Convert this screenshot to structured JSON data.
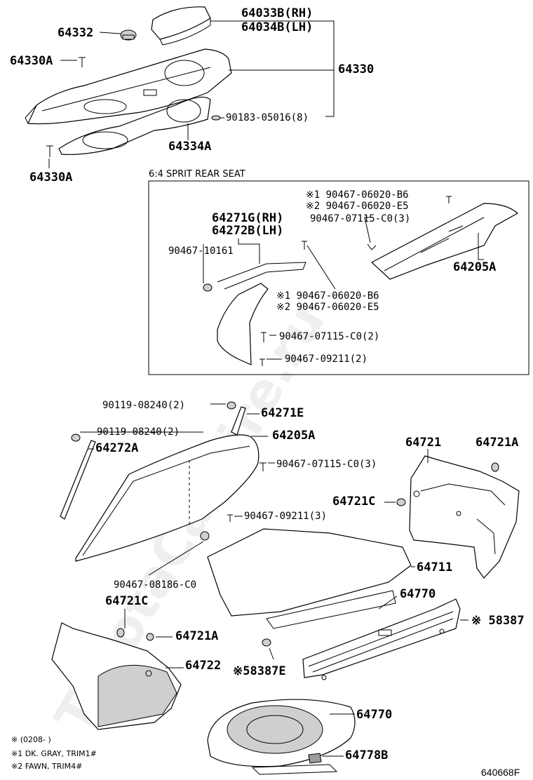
{
  "watermark": "ToyotaCarHire.ru",
  "inset_caption": "6:4 SPRIT REAR SEAT",
  "labels": {
    "l64033b": "64033B(RH)",
    "l64034b": "64034B(LH)",
    "l64332": "64332",
    "l64330a_top": "64330A",
    "l64330": "64330",
    "l90183": "90183-05016(8)",
    "l64334a": "64334A",
    "l64330a_bot": "64330A",
    "i_b6_top": "※1 90467-06020-B6",
    "i_e5_top": "※2 90467-06020-E5",
    "i_07115_top": "90467-07115-C0(3)",
    "i_64271g": "64271G(RH)",
    "i_64272b": "64272B(LH)",
    "i_10161": "90467-10161",
    "i_64205a": "64205A",
    "i_b6_mid": "※1 90467-06020-B6",
    "i_e5_mid": "※2 90467-06020-E5",
    "i_07115_2": "90467-07115-C0(2)",
    "i_09211_2": "90467-09211(2)",
    "m_08240_a": "90119-08240(2)",
    "m_64271e": "64271E",
    "m_08240_b": "90119-08240(2)",
    "m_64205a": "64205A",
    "m_64272a": "64272A",
    "m_07115_3": "90467-07115-C0(3)",
    "m_09211_3": "90467-09211(3)",
    "m_08186": "90467-08186-C0",
    "r_64721": "64721",
    "r_64721a": "64721A",
    "r_64721c": "64721C",
    "r_64711": "64711",
    "b_64721c": "64721C",
    "b_64721a": "64721A",
    "b_64722": "64722",
    "b_64770_top": "64770",
    "b_58387": "※ 58387",
    "b_58387e": "※58387E",
    "b_64770_bot": "64770",
    "b_64778b": "64778B"
  },
  "notes": {
    "n0": "※ (0208-          )",
    "n1": "※1 DK. GRAY, TRIM1#",
    "n2": "※2 FAWN, TRIM4#"
  },
  "diagram_ref": "640668F"
}
